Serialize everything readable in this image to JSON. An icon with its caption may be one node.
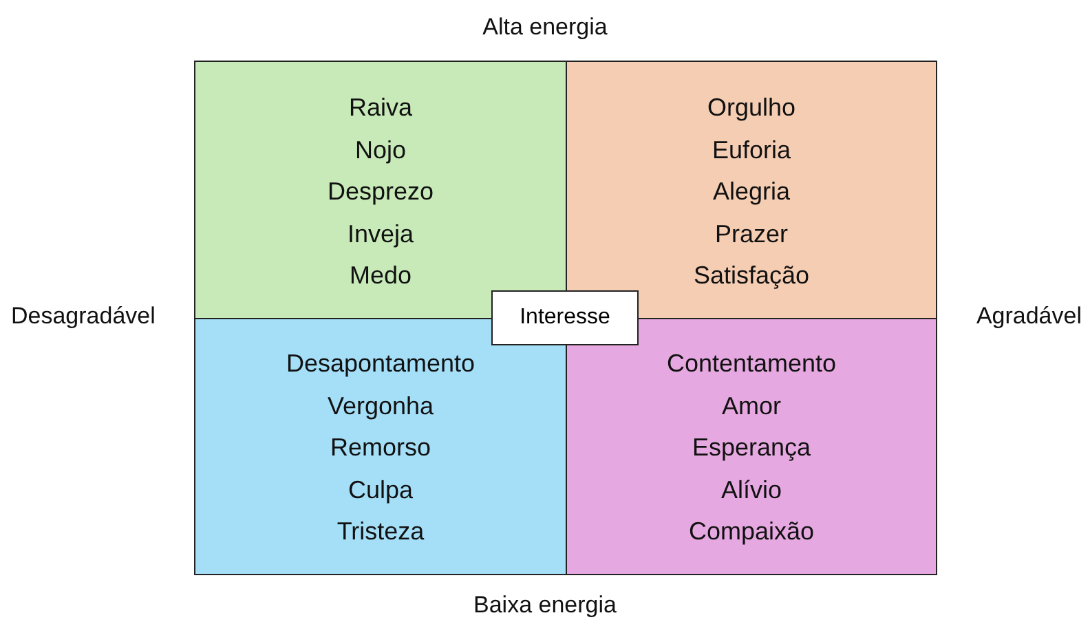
{
  "diagram": {
    "nodes": [
      {
        "text": [
          "Raiva",
          "Nojo",
          "Desprezo",
          "Inveja",
          "Medo"
        ]
      },
      {
        "text": [
          "Orgulho",
          "Euforia",
          "Alegria",
          "Prazer",
          "Satisfação"
        ]
      },
      {
        "text": [
          "Desapontamento",
          "Vergonha",
          "Remorso",
          "Culpa",
          "Tristeza"
        ]
      },
      {
        "text": [
          "Contentamento",
          "Amor",
          "Esperança",
          "Alívio",
          "Compaixão"
        ]
      },
      {
        "text": [
          "Interesse"
        ]
      }
    ],
    "edges": [],
    "labels": [
      "Alta energia",
      "Desagradável",
      "Agradável",
      "Baixa energia"
    ]
  }
}
